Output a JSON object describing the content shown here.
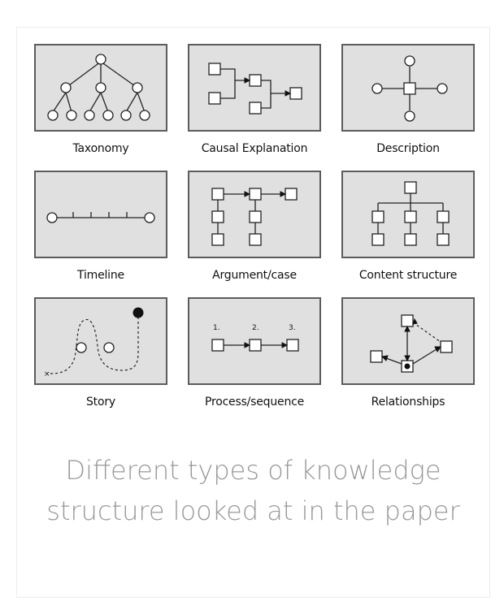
{
  "diagrams": [
    {
      "label": "Taxonomy",
      "icon": "taxonomy-icon"
    },
    {
      "label": "Causal Explanation",
      "icon": "causal-explanation-icon"
    },
    {
      "label": "Description",
      "icon": "description-icon"
    },
    {
      "label": "Timeline",
      "icon": "timeline-icon"
    },
    {
      "label": "Argument/case",
      "icon": "argument-case-icon"
    },
    {
      "label": "Content structure",
      "icon": "content-structure-icon"
    },
    {
      "label": "Story",
      "icon": "story-icon"
    },
    {
      "label": "Process/sequence",
      "icon": "process-sequence-icon"
    },
    {
      "label": "Relationships",
      "icon": "relationships-icon"
    }
  ],
  "process_steps": [
    "1.",
    "2.",
    "3."
  ],
  "caption": {
    "line1": "Different types of knowledge",
    "line2": "structure looked at in the paper"
  },
  "colors": {
    "panel_bg": "#e0e0e0",
    "panel_border": "#5c5c5c",
    "caption": "#999999"
  }
}
